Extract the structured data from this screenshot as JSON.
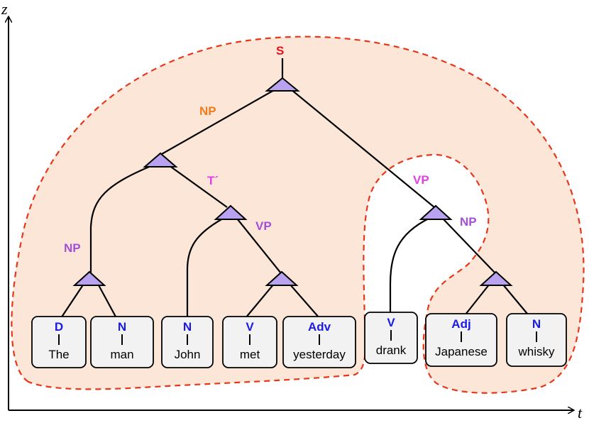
{
  "axes": {
    "x_label": "t",
    "y_label": "z"
  },
  "root_label": "S",
  "edge_labels": {
    "np_subject": "NP",
    "t_bar": "T´",
    "vp_inner": "VP",
    "np_left": "NP",
    "vp_right": "VP",
    "np_right": "NP"
  },
  "words": [
    {
      "pos": "D",
      "word": "The"
    },
    {
      "pos": "N",
      "word": "man"
    },
    {
      "pos": "N",
      "word": "John"
    },
    {
      "pos": "V",
      "word": "met"
    },
    {
      "pos": "Adv",
      "word": "yesterday"
    },
    {
      "pos": "V",
      "word": "drank"
    },
    {
      "pos": "Adj",
      "word": "Japanese"
    },
    {
      "pos": "N",
      "word": "whisky"
    }
  ],
  "colors": {
    "region_fill": "#fbe6d8",
    "region_stroke": "#e8361a",
    "triangle_fill": "#b9a3f0",
    "root": "#e8101a",
    "np_orange": "#f07c1c",
    "magenta": "#e040e8",
    "purple": "#a64fd6",
    "pos_blue": "#1a1ae8",
    "box_fill": "#f2f2f2"
  }
}
